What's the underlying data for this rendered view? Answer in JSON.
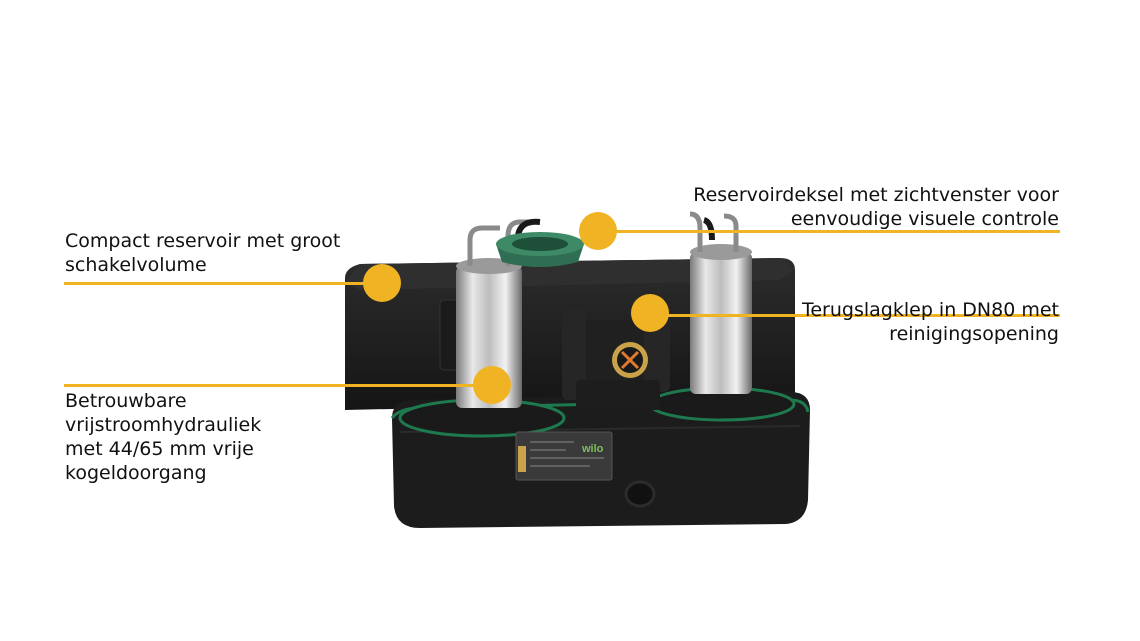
{
  "colors": {
    "accent": "#F0B323",
    "housing": "#232323",
    "housing_dark": "#141414",
    "seal_green": "#1E7A4E",
    "lid_green": "#2F6E52",
    "steel_light": "#E6E6E6",
    "steel_dark": "#6F6F6F",
    "label_plate": "#3A3A3A",
    "brand_text": "#7FBF5E"
  },
  "product": {
    "brand": "wilo"
  },
  "callouts": [
    {
      "id": "reservoir",
      "lines": [
        "Compact reservoir met groot",
        "schakelvolume"
      ],
      "side": "left"
    },
    {
      "id": "hydraulics",
      "lines": [
        "Betrouwbare",
        "vrijstroomhydrauliek",
        "met 44/65 mm vrije",
        "kogeldoorgang"
      ],
      "side": "left"
    },
    {
      "id": "lid",
      "lines": [
        "Reservoirdeksel met zichtvenster voor",
        "eenvoudige visuele controle"
      ],
      "side": "right"
    },
    {
      "id": "valve",
      "lines": [
        "Terugslagklep in DN80 met",
        "reinigingsopening"
      ],
      "side": "right"
    }
  ]
}
